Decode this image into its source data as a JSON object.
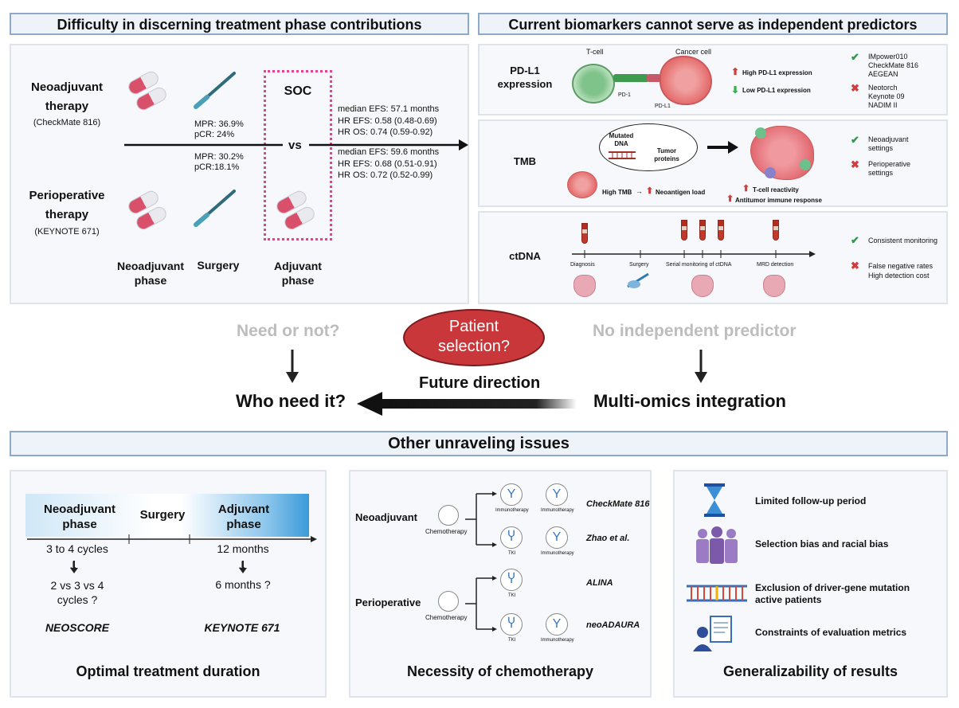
{
  "top_left": {
    "header": "Difficulty in discerning treatment phase contributions",
    "neoadjuvant_therapy": "Neoadjuvant\ntherapy",
    "neoadjuvant_trial": "(CheckMate 816)",
    "perioperative_therapy": "Perioperative\ntherapy",
    "perioperative_trial": "(KEYNOTE 671)",
    "soc": "SOC",
    "vs": "vs",
    "mpr1": "MPR: 36.9%",
    "pcr1": "pCR: 24%",
    "mpr2": "MPR: 30.2%",
    "pcr2": "pCR:18.1%",
    "efs1": "median EFS: 57.1 months",
    "hr_efs1": "HR EFS: 0.58 (0.48-0.69)",
    "hr_os1": "HR OS:  0.74 (0.59-0.92)",
    "efs2": "median EFS: 59.6 months",
    "hr_efs2": "HR EFS: 0.68 (0.51-0.91)",
    "hr_os2": "HR OS:  0.72 (0.52-0.99)",
    "phase_neo": "Neoadjuvant\nphase",
    "phase_surgery": "Surgery",
    "phase_adj": "Adjuvant\nphase"
  },
  "top_right": {
    "header": "Current biomarkers cannot serve as independent predictors",
    "pdl1": {
      "label": "PD-L1\nexpression",
      "tcell": "T-cell",
      "cancer": "Cancer cell",
      "pd1": "PD-1",
      "pdl1": "PD-L1",
      "high": "High PD-L1 expression",
      "low": "Low PD-L1 expression",
      "pos_trials": "IMpower010\nCheckMate 816\nAEGEAN",
      "neg_trials": "Neotorch\nKeynote 09\nNADIM II"
    },
    "tmb": {
      "label": "TMB",
      "mutated": "Mutated\nDNA",
      "tumor": "Tumor\nproteins",
      "high_tmb": "High TMB",
      "neoantigen": "Neoantigen load",
      "tcell_react": "T-cell reactivity",
      "antitumor": "Antitumor immune response",
      "pos": "Neoadjuvant\nsettings",
      "neg": "Perioperative\nsettings"
    },
    "ctdna": {
      "label": "ctDNA",
      "diagnosis": "Diagnosis",
      "surgery": "Surgery",
      "serial": "Serial monitoring of ctDNA",
      "mrd": "MRD detection",
      "pos": "Consistent monitoring",
      "neg": "False negative rates\nHigh detection cost"
    }
  },
  "middle": {
    "need_or_not": "Need or not?",
    "patient_selection": "Patient\nselection?",
    "no_predictor": "No independent predictor",
    "future_direction": "Future direction",
    "who_need": "Who need it?",
    "multiomics": "Multi-omics integration"
  },
  "bottom": {
    "header": "Other unraveling issues",
    "duration": {
      "neo": "Neoadjuvant\nphase",
      "surgery": "Surgery",
      "adj": "Adjuvant\nphase",
      "cycles": "3 to 4 cycles",
      "months": "12 months",
      "q1": "2 vs 3 vs 4\ncycles ?",
      "q2": "6 months ?",
      "trial1": "NEOSCORE",
      "trial2": "KEYNOTE 671",
      "title": "Optimal treatment duration"
    },
    "chemo": {
      "neoadjuvant": "Neoadjuvant",
      "perioperative": "Perioperative",
      "chemotherapy": "Chemotherapy",
      "immunotherapy": "Immunotherapy",
      "tki": "TKI",
      "trial1": "CheckMate 816",
      "trial2": "Zhao et al.",
      "trial3": "ALINA",
      "trial4": "neoADAURA",
      "title": "Necessity of chemotherapy"
    },
    "general": {
      "item1": "Limited follow-up period",
      "item2": "Selection bias and racial bias",
      "item3": "Exclusion of driver-gene mutation\nactive patients",
      "item4": "Constraints of evaluation metrics",
      "title": "Generalizability of results"
    }
  },
  "colors": {
    "header_border": "#8fa9c9",
    "header_bg": "#eef3fa",
    "pink_dash": "#e0458f",
    "pill_red": "#d9506b",
    "ellipse_red": "#c0392b",
    "phase_blue": "#3a9ad9"
  }
}
